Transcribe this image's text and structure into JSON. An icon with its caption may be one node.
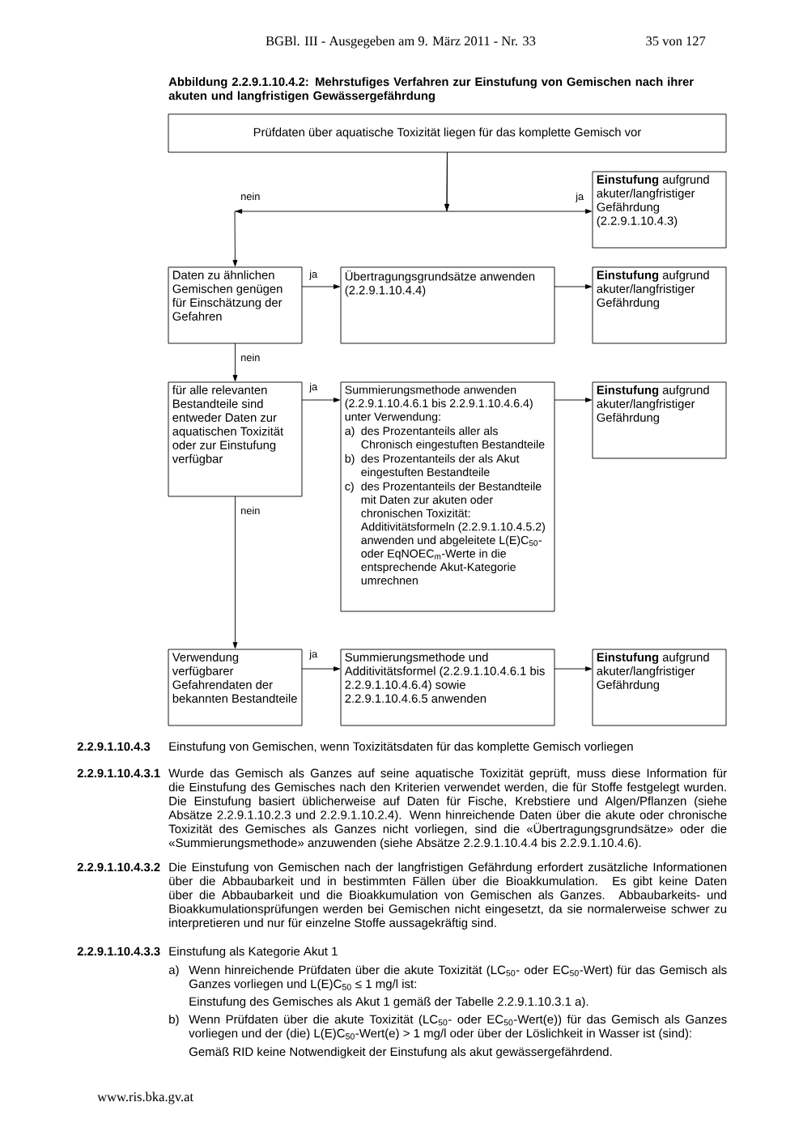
{
  "diagram": {
    "title": "Abbildung 2.2.9.1.10.4.2: Mehrstufiges Verfahren zur Einstufung von Gemischen nach ihrer akuten und langfristigen Gewässergefährdung",
    "nodes": [
      {
        "text": [
          "Prüfdaten über aquatische Toxizität liegen für das komplette Gemisch vor"
        ]
      },
      {
        "text": [
          "**Einstufung** aufgrund akuter/langfristiger Gefährdung (2.2.9.1.10.4.3)"
        ]
      },
      {
        "text": [
          "Daten zu ähnlichen Gemischen genügen für Einschätzung der Gefahren"
        ]
      },
      {
        "text": [
          "Übertragungsgrundsätze anwenden (2.2.9.1.10.4.4)"
        ]
      },
      {
        "text": [
          "**Einstufung** aufgrund akuter/langfristiger Gefährdung"
        ]
      },
      {
        "text": [
          "für alle relevanten Bestandteile sind entweder Daten zur aquatischen Toxizität oder zur Einstufung verfügbar"
        ]
      },
      {
        "text": [
          "Summierungsmethode anwenden (2.2.9.1.10.4.6.1 bis 2.2.9.1.10.4.6.4) unter Verwendung:",
          "a)",
          "des Prozentanteils aller als Chronisch eingestuften Bestandteile",
          "b)",
          "des Prozentanteils der als Akut eingestuften Bestandteile",
          "c)",
          "des Prozentanteils der Bestandteile mit Daten zur akuten oder chronischen Toxizität: Additivitätsformeln (2.2.9.1.10.4.5.2) anwenden und abgeleitete L(E)C$_{50}$- oder EqNOEC$_{m}$-Werte in die entsprechende Akut-Kategorie umrechnen"
        ]
      },
      {
        "text": [
          "**Einstufung** aufgrund akuter/langfristiger Gefährdung"
        ]
      },
      {
        "text": [
          "Verwendung verfügbarer Gefahrendaten der bekannten Bestandteile"
        ]
      },
      {
        "text": [
          "Summierungsmethode und Additivitätsformel (2.2.9.1.10.4.6.1 bis 2.2.9.1.10.4.6.4) sowie 2.2.9.1.10.4.6.5 anwenden"
        ]
      },
      {
        "text": [
          "**Einstufung** aufgrund akuter/langfristiger Gefährdung"
        ]
      }
    ],
    "edges": [
      {
        "from": 0,
        "to": 1,
        "arrow": "to",
        "label": "ja"
      },
      {
        "from": 0,
        "to": 2,
        "arrow": "to",
        "label": "nein"
      },
      {
        "from": 2,
        "to": 3,
        "arrow": "to",
        "label": "ja"
      },
      {
        "from": 3,
        "to": 4,
        "arrow": "to"
      },
      {
        "from": 2,
        "to": 5,
        "arrow": "to",
        "label": "nein"
      },
      {
        "from": 5,
        "to": 6,
        "arrow": "to",
        "label": "ja"
      },
      {
        "from": 6,
        "to": 7,
        "arrow": "to"
      },
      {
        "from": 5,
        "to": 8,
        "arrow": "to",
        "label": "nein"
      },
      {
        "from": 8,
        "to": 9,
        "arrow": "to",
        "label": "ja"
      },
      {
        "from": 9,
        "to": 10,
        "arrow": "to"
      }
    ],
    "labels": [
      "BGBl. III - Ausgegeben am 9. März 2011 - Nr. 33",
      "35 von 127",
      "2.2.9.1.10.4.3",
      "Einstufung von Gemischen, wenn Toxizitätsdaten für das komplette Gemisch vorliegen",
      "2.2.9.1.10.4.3.1",
      "Wurde das Gemisch als Ganzes auf seine aquatische Toxizität geprüft, muss diese Information für die Einstufung des Gemisches nach den Kriterien verwendet werden, die für Stoffe festgelegt wurden. Die Einstufung basiert üblicherweise auf Daten für Fische, Krebstiere und Algen/Pflanzen (siehe Absätze 2.2.9.1.10.2.3 und 2.2.9.1.10.2.4). Wenn hinreichende Daten über die akute oder chronische Toxizität des Gemisches als Ganzes nicht vorliegen, sind die «Übertragungsgrundsätze» oder die «Summierungsmethode» anzuwenden (siehe Absätze 2.2.9.1.10.4.4 bis 2.2.9.1.10.4.6).",
      "2.2.9.1.10.4.3.2",
      "Die Einstufung von Gemischen nach der langfristigen Gefährdung erfordert zusätzliche Informationen über die Abbaubarkeit und in bestimmten Fällen über die Bioakkumulation. Es gibt keine Daten über die Abbaubarkeit und die Bioakkumulation von Gemischen als Ganzes. Abbaubarkeits- und Bioakkumulationsprüfungen werden bei Gemischen nicht eingesetzt, da sie normalerweise schwer zu interpretieren und nur für einzelne Stoffe aussagekräftig sind.",
      "2.2.9.1.10.4.3.3",
      "Einstufung als Kategorie Akut 1",
      "a)",
      "Wenn hinreichende Prüfdaten über die akute Toxizität (LC$_{50}$- oder EC$_{50}$-Wert) für das Gemisch als Ganzes vorliegen und L(E)C$_{50}$ ≤ 1 mg/l ist:",
      "Einstufung des Gemisches als Akut 1 gemäß der Tabelle 2.2.9.1.10.3.1 a).",
      "b)",
      "Wenn Prüfdaten über die akute Toxizität (LC$_{50}$- oder EC$_{50}$-Wert(e)) für das Gemisch als Ganzes vorliegen und der (die) L(E)C$_{50}$-Wert(e) > 1 mg/l oder über der Löslichkeit in Wasser ist (sind):",
      "Gemäß RID keine Notwendigkeit der Einstufung als akut gewässergefährdend.",
      "www.ris.bka.gv.at"
    ]
  }
}
